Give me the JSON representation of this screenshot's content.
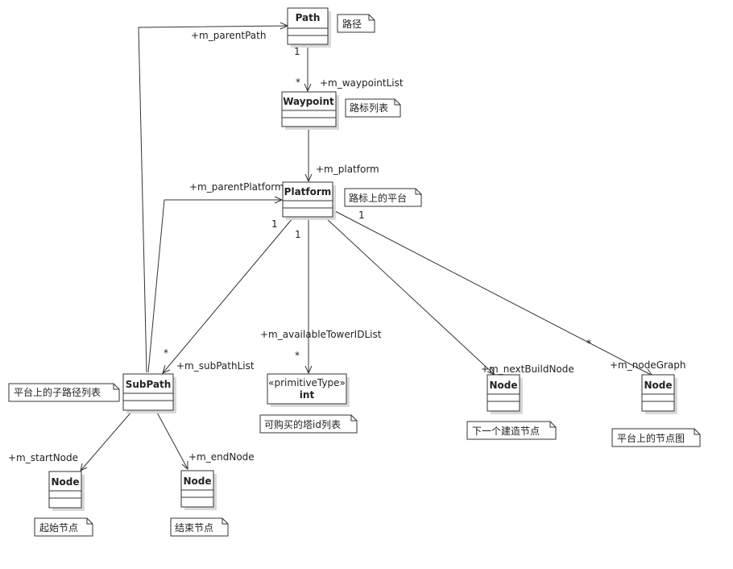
{
  "classes": {
    "path": {
      "name": "Path"
    },
    "waypoint": {
      "name": "Waypoint"
    },
    "platform": {
      "name": "Platform"
    },
    "subpath": {
      "name": "SubPath"
    },
    "int_type": {
      "stereotype": "«primitiveType»",
      "name": "int"
    },
    "node_next_build": {
      "name": "Node"
    },
    "node_graph": {
      "name": "Node"
    },
    "node_start": {
      "name": "Node"
    },
    "node_end": {
      "name": "Node"
    }
  },
  "notes": {
    "path": "路径",
    "waypoint": "路标列表",
    "platform": "路标上的平台",
    "subpath": "平台上的子路径列表",
    "int_type": "可购买的塔id列表",
    "node_next_build": "下一个建造节点",
    "node_graph": "平台上的节点图",
    "node_start": "起始节点",
    "node_end": "结束节点"
  },
  "associations": {
    "parent_path": {
      "role": "+m_parentPath"
    },
    "waypoint_list": {
      "role": "+m_waypointList",
      "source_mult": "1",
      "target_mult": "*"
    },
    "platform": {
      "role": "+m_platform"
    },
    "parent_platform": {
      "role": "+m_parentPlatform"
    },
    "sub_path_list": {
      "role": "+m_subPathList",
      "source_mult": "1",
      "target_mult": "*"
    },
    "available_tower_ids": {
      "role": "+m_availableTowerIDList",
      "source_mult": "1",
      "target_mult": "*"
    },
    "next_build_node": {
      "role": "+m_nextBuildNode"
    },
    "node_graph": {
      "role": "+m_nodeGraph",
      "source_mult": "1",
      "target_mult": "*"
    },
    "start_node": {
      "role": "+m_startNode"
    },
    "end_node": {
      "role": "+m_endNode"
    }
  }
}
